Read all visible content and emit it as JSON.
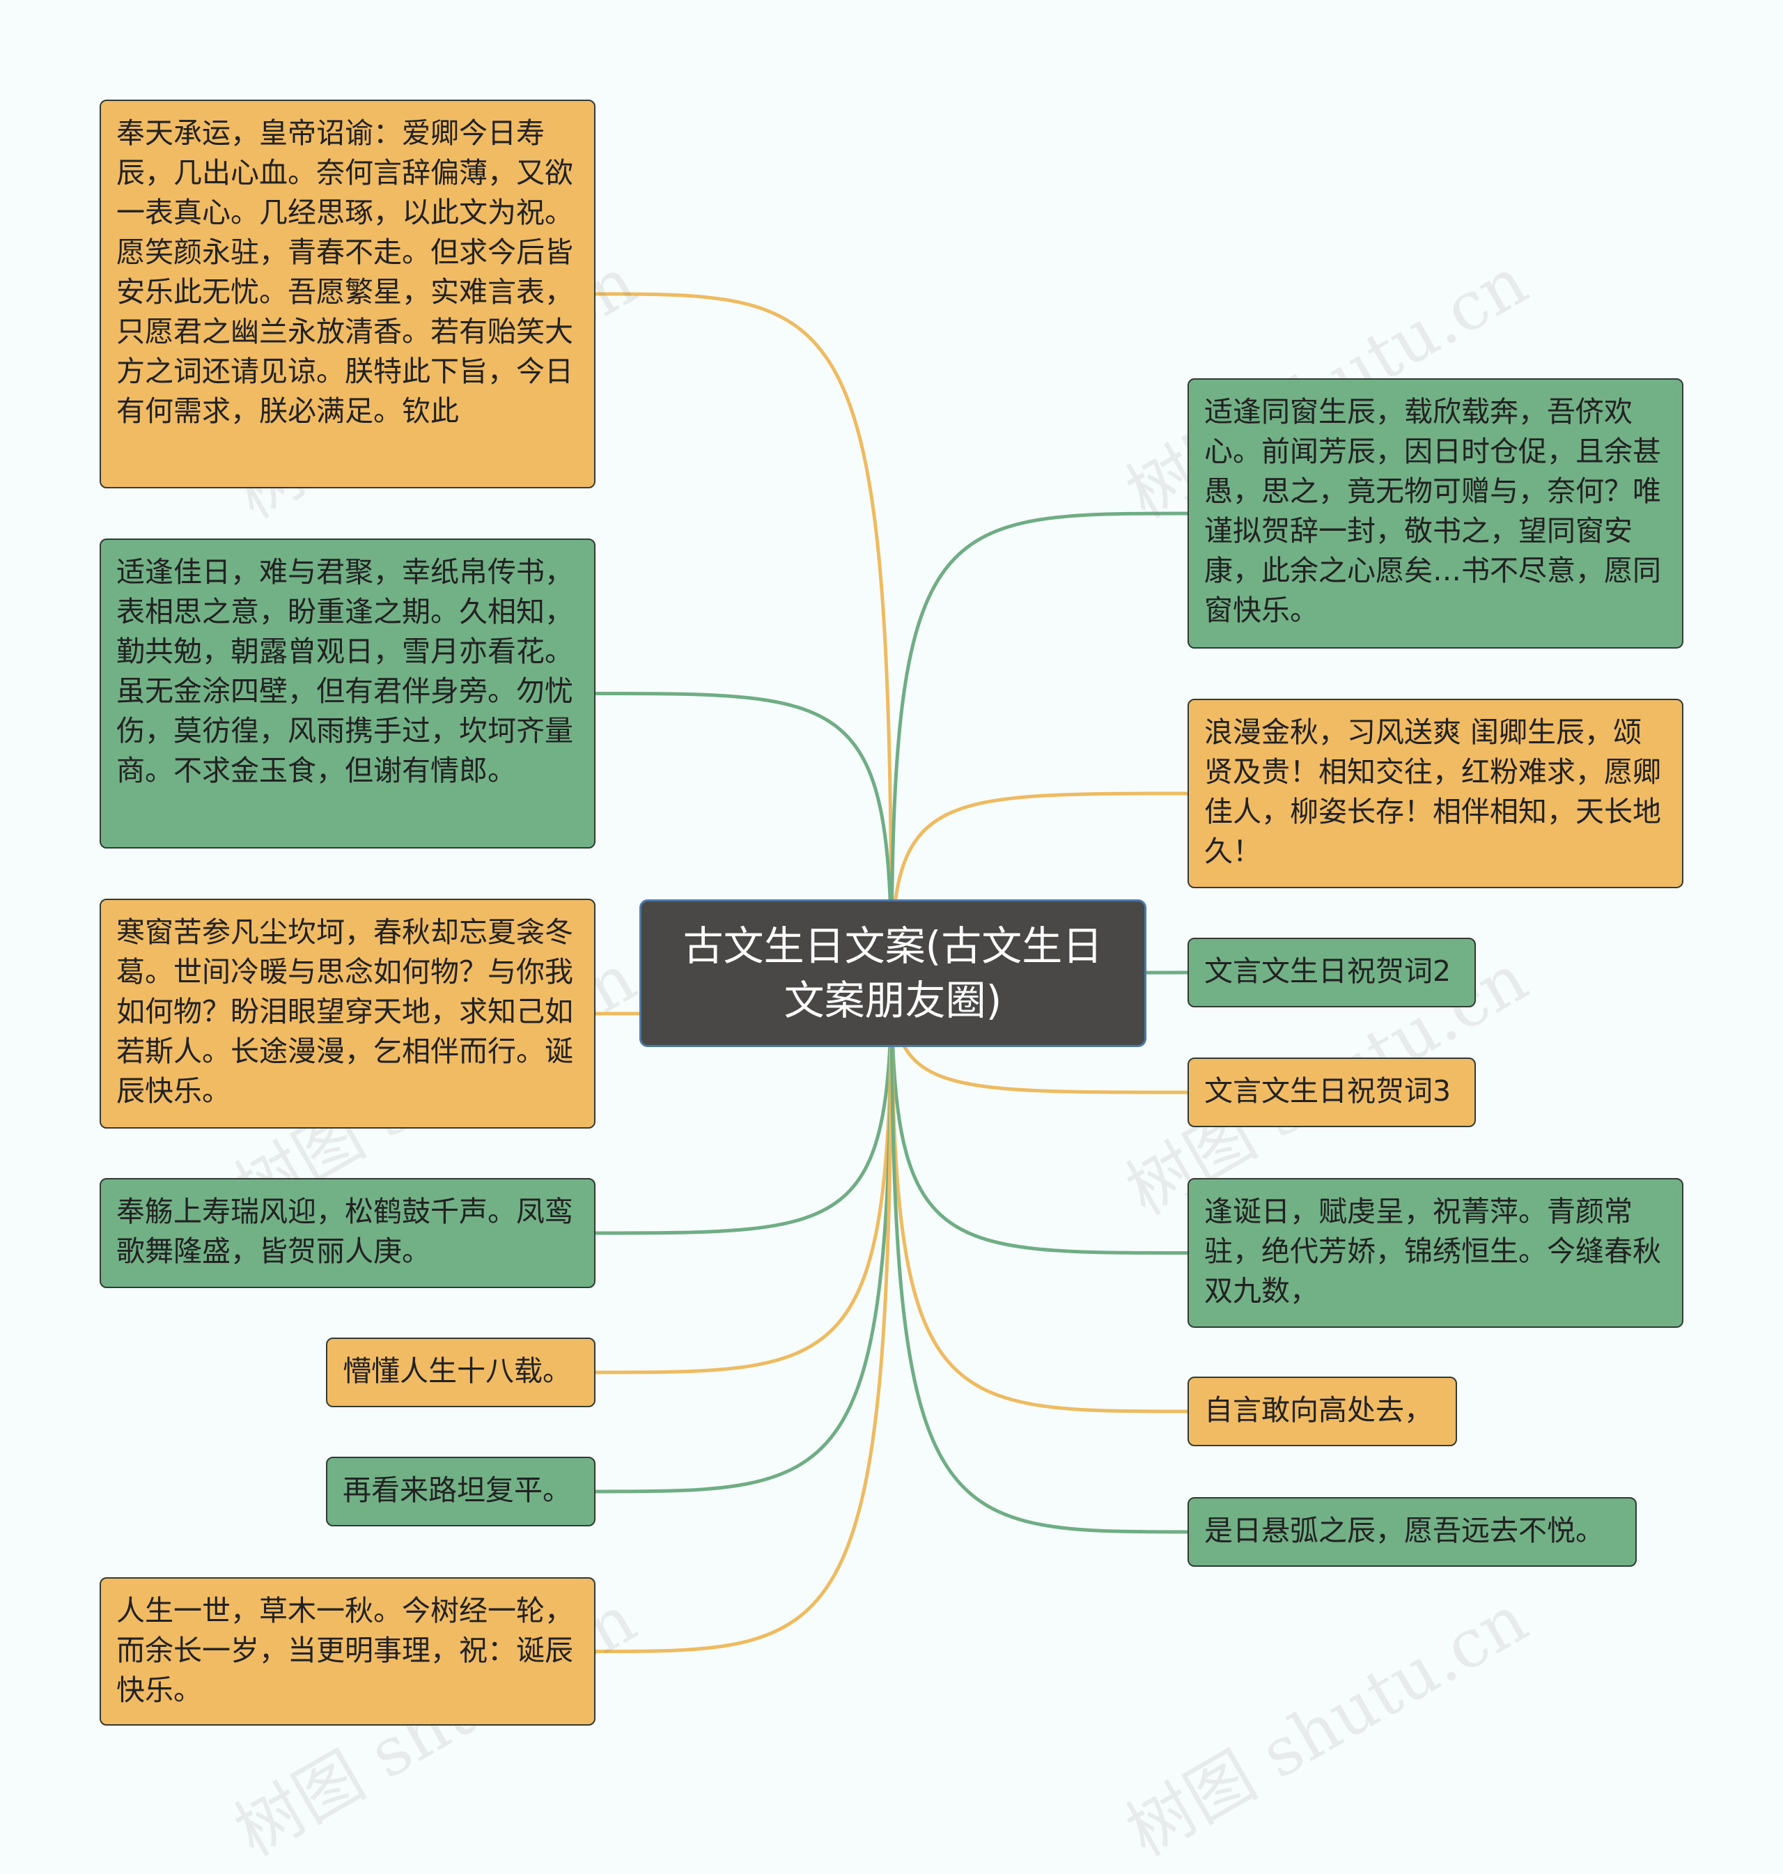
{
  "center": {
    "text": "古文生日文案(古文生日文案朋友圈)"
  },
  "colors": {
    "orange": "#f0bb63",
    "green": "#72b086",
    "center_bg": "#4a4747",
    "center_border": "#4a78a8",
    "line_orange": "#eebb60",
    "line_green": "#6fad84"
  },
  "left_nodes": [
    {
      "color": "orange",
      "text": "奉天承运，皇帝诏谕：爱卿今日寿辰，几出心血。奈何言辞偏薄，又欲一表真心。几经思琢，以此文为祝。愿笑颜永驻，青春不走。但求今后皆安乐此无忧。吾愿繁星，实难言表，只愿君之幽兰永放清香。若有贻笑大方之词还请见谅。朕特此下旨，今日有何需求，朕必满足。钦此"
    },
    {
      "color": "green",
      "text": "适逢佳日，难与君聚，幸纸帛传书，表相思之意，盼重逢之期。久相知，勤共勉，朝露曾观日，雪月亦看花。虽无金涂四壁，但有君伴身旁。勿忧伤，莫彷徨，风雨携手过，坎坷齐量商。不求金玉食，但谢有情郎。"
    },
    {
      "color": "orange",
      "text": "寒窗苦参凡尘坎坷，春秋却忘夏衾冬葛。世间冷暖与思念如何物？与你我如何物？盼泪眼望穿天地，求知己如若斯人。长途漫漫，乞相伴而行。诞辰快乐。"
    },
    {
      "color": "green",
      "text": "奉觞上寿瑞风迎，松鹤鼓千声。凤鸾歌舞隆盛，皆贺丽人庚。"
    },
    {
      "color": "orange",
      "text": "懵懂人生十八载。"
    },
    {
      "color": "green",
      "text": "再看来路坦复平。"
    },
    {
      "color": "orange",
      "text": "人生一世，草木一秋。今树经一轮，而余长一岁，当更明事理，祝：诞辰快乐。"
    }
  ],
  "right_nodes": [
    {
      "color": "green",
      "text": "适逢同窗生辰，载欣载奔，吾侪欢心。前闻芳辰，因日时仓促，且余甚愚，思之，竟无物可赠与，奈何？唯谨拟贺辞一封，敬书之，望同窗安康，此余之心愿矣…书不尽意，愿同窗快乐。"
    },
    {
      "color": "orange",
      "text": "浪漫金秋，习风送爽 闺卿生辰，颂贤及贵！相知交往，红粉难求，愿卿佳人，柳姿长存！相伴相知，天长地久！"
    },
    {
      "color": "green",
      "text": "文言文生日祝贺词2"
    },
    {
      "color": "orange",
      "text": "文言文生日祝贺词3"
    },
    {
      "color": "green",
      "text": "逢诞日，赋虔呈，祝菁萍。青颜常驻，绝代芳娇，锦绣恒生。今缝春秋双九数，"
    },
    {
      "color": "orange",
      "text": "自言敢向高处去，"
    },
    {
      "color": "green",
      "text": "是日悬弧之辰，愿吾远去不悦。"
    }
  ],
  "watermark": "树图 shutu.cn"
}
